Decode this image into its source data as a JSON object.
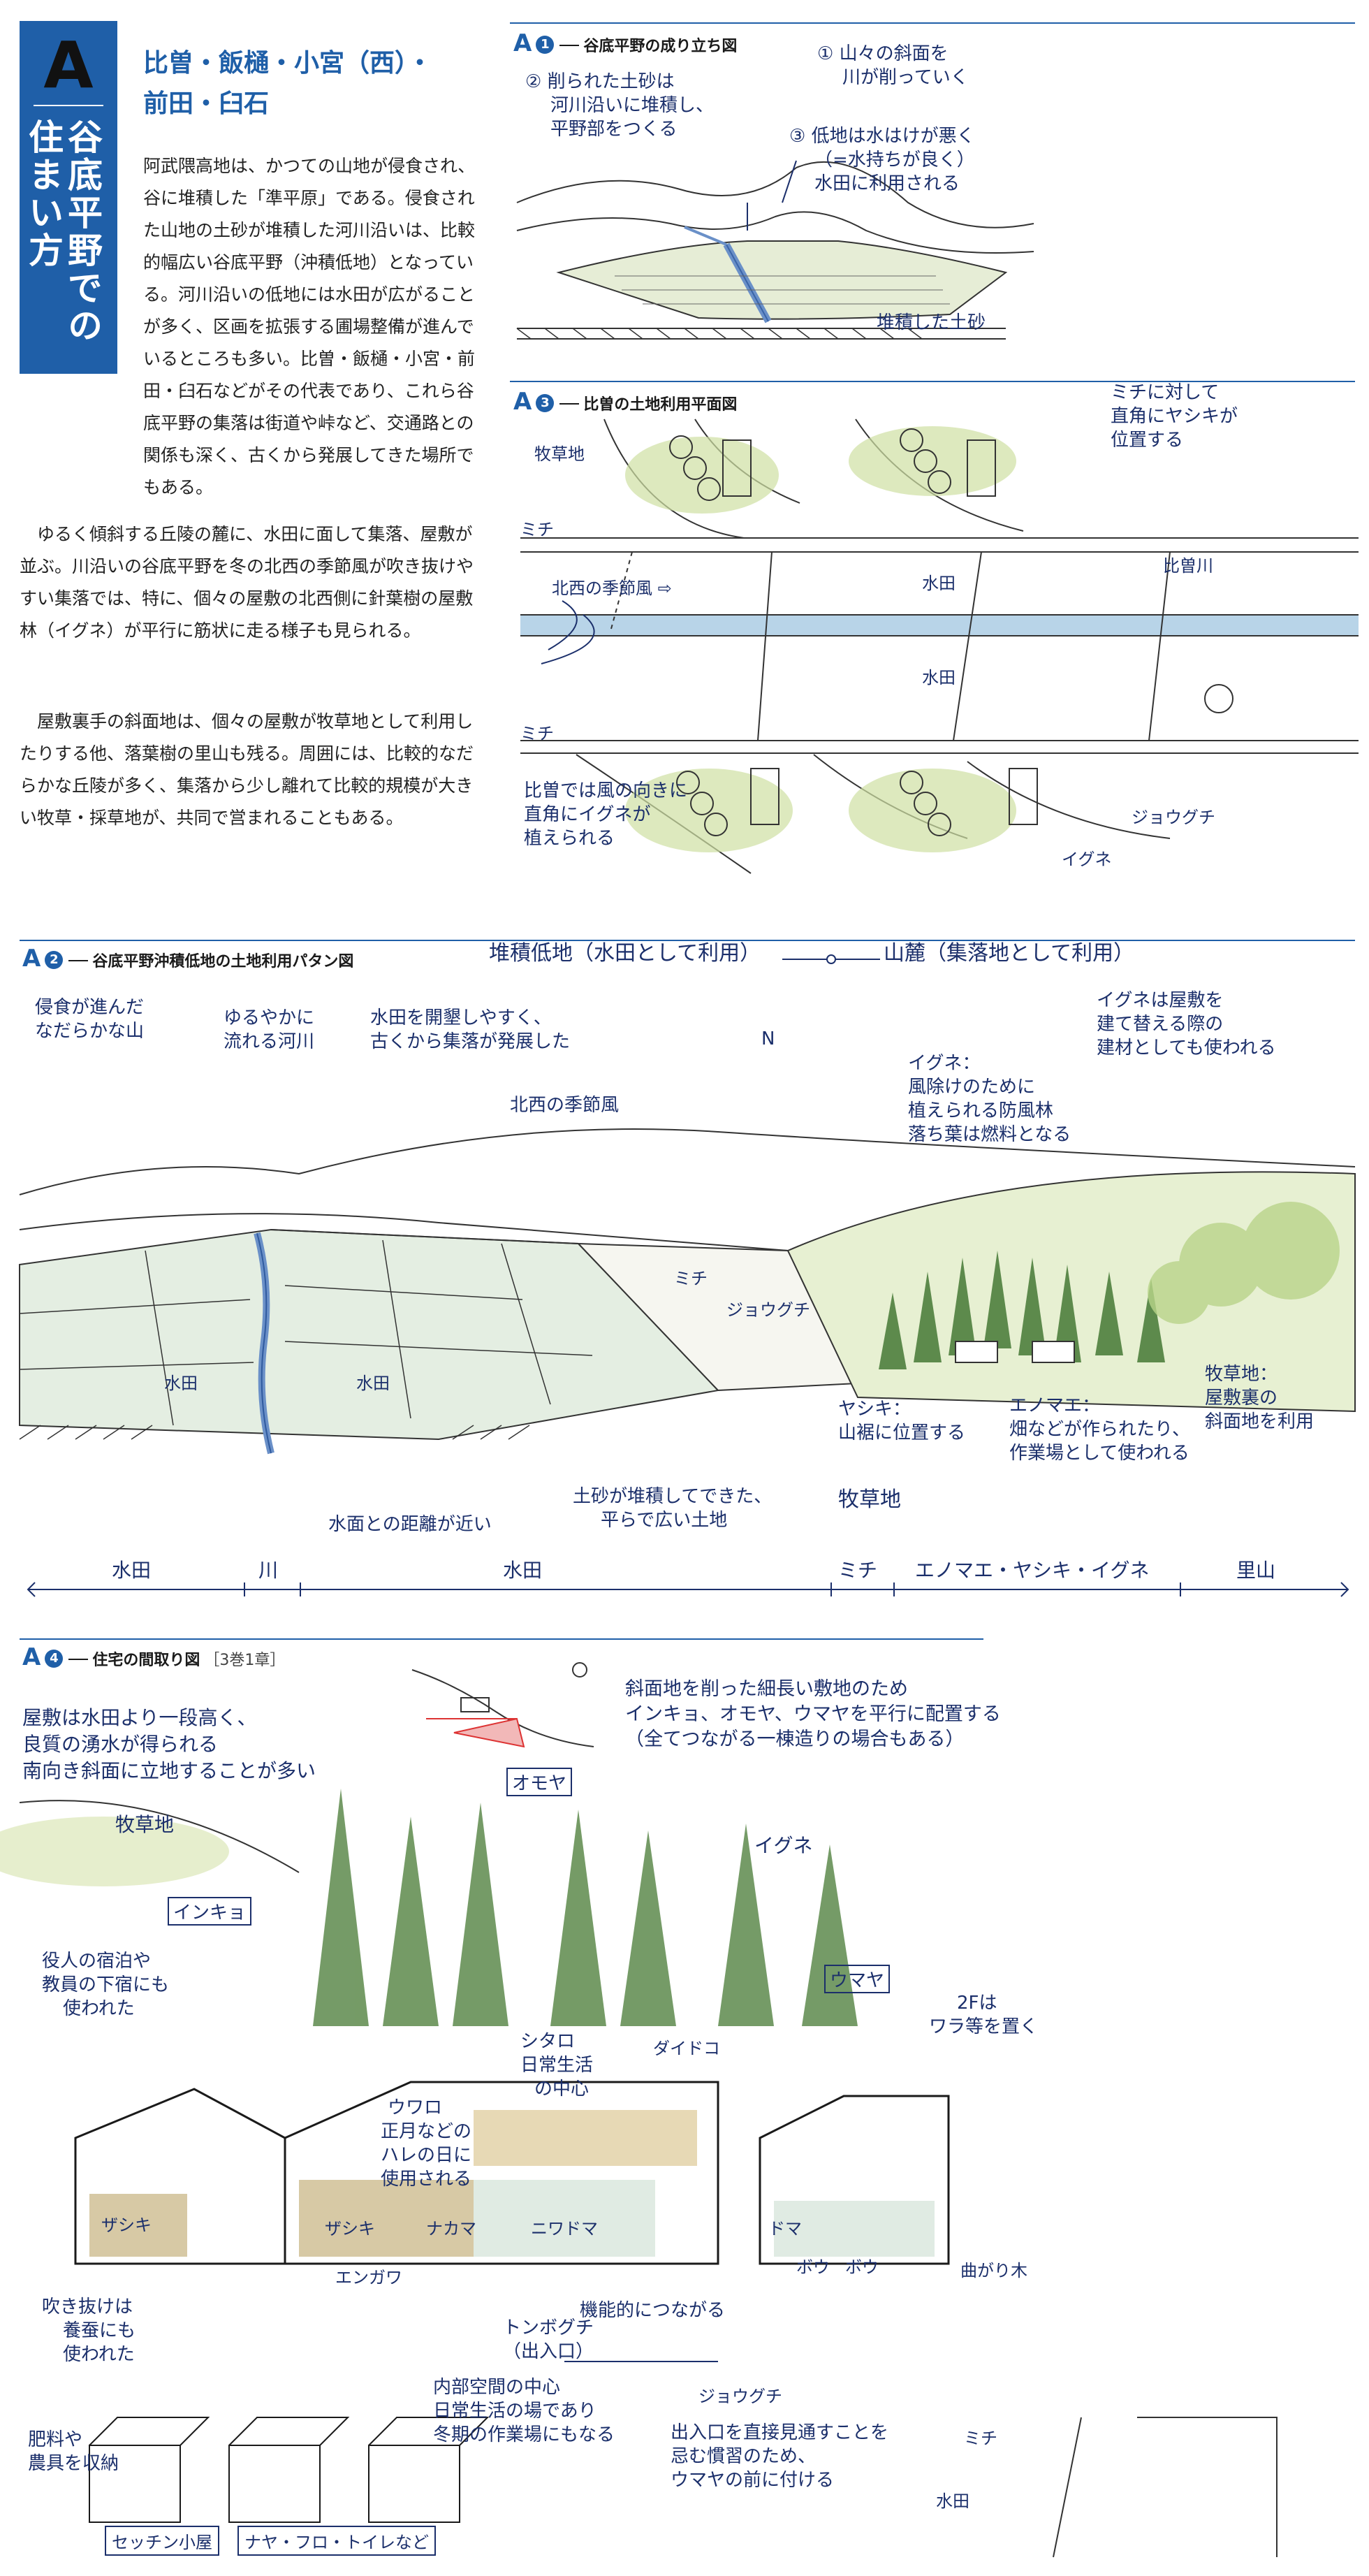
{
  "header": {
    "section_letter": "A",
    "section_vertical_title": "谷底平野での住まい方",
    "place_names": [
      "比曽・飯樋・小宮（西）・",
      "前田・臼石"
    ]
  },
  "body_text": {
    "paragraphs": [
      "阿武隈高地は、かつての山地が侵食され、谷に堆積した「準平原」である。侵食された山地の土砂が堆積した河川沿いは、比較的幅広い谷底平野（沖積低地）となっている。河川沿いの低地には水田が広がることが多く、区画を拡張する圃場整備が進んでいるところも多い。比曽・飯樋・小宮・前田・臼石などがその代表であり、これら谷底平野の集落は街道や峠など、交通路との関係も深く、古くから発展してきた場所でもある。",
      "ゆるく傾斜する丘陵の麓に、水田に面して集落、屋敷が並ぶ。川沿いの谷底平野を冬の北西の季節風が吹き抜けやすい集落では、特に、個々の屋敷の北西側に針葉樹の屋敷林（イグネ）が平行に筋状に走る様子も見られる。",
      "屋敷裏手の斜面地は、個々の屋敷が牧草地として利用したりする他、落葉樹の里山も残る。周囲には、比較的なだらかな丘陵が多く、集落から少し離れて比較的規模が大きい牧草・採草地が、共同で営まれることもある。"
    ]
  },
  "fig_a1": {
    "tag": "A",
    "num": "1",
    "title": "谷底平野の成り立ち図",
    "notes": {
      "n1": "① 山々の斜面を",
      "n1b": "川が削っていく",
      "n2": "② 削られた土砂は",
      "n2b": "河川沿いに堆積し、",
      "n2c": "平野部をつくる",
      "n3": "③ 低地は水はけが悪く",
      "n3b": "（=水持ちが良く）",
      "n3c": "水田に利用される",
      "n4": "堆積した土砂"
    }
  },
  "fig_a3": {
    "tag": "A",
    "num": "3",
    "title": "比曽の土地利用平面図",
    "notes": {
      "bokusochi": "牧草地",
      "michi_top": "ミチ",
      "michi_bottom": "ミチ",
      "wind": "北西の季節風 ⇨",
      "suiden1": "水田",
      "suiden2": "水田",
      "river": "比曽川",
      "yashiki": "ミチに対して",
      "yashiki2": "直角にヤシキが",
      "yashiki3": "位置する",
      "igune1": "比曽では風の向きに",
      "igune2": "直角にイグネが",
      "igune3": "植えられる",
      "joguchi": "ジョウグチ",
      "igune": "イグネ"
    }
  },
  "fig_a2": {
    "tag": "A",
    "num": "2",
    "title": "谷底平野沖積低地の土地利用パタン図",
    "axis_left": "堆積低地（水田として利用）",
    "axis_right": "山麓（集落地として利用）",
    "notes": {
      "n_hill": "侵食が進んだ",
      "n_hill2": "なだらかな山",
      "n_river": "ゆるやかに",
      "n_river2": "流れる河川",
      "n_dev": "水田を開墾しやすく、",
      "n_dev2": "古くから集落が発展した",
      "n_wind": "北西の季節風",
      "n_north": "N",
      "n_igune_use": "イグネは屋敷を",
      "n_igune_use2": "建て替える際の",
      "n_igune_use3": "建材としても使われる",
      "n_igune": "イグネ：",
      "n_igune2": "風除けのために",
      "n_igune3": "植えられる防風林",
      "n_igune4": "落ち葉は燃料となる",
      "n_michi": "ミチ",
      "n_joguchi": "ジョウグチ",
      "n_suiden1": "水田",
      "n_suiden2": "水田",
      "n_water": "水面との距離が近い",
      "n_soil": "土砂が堆積してできた、",
      "n_soil2": "平らで広い土地",
      "n_yashiki": "ヤシキ：",
      "n_yashiki2": "山裾に位置する",
      "n_enomae": "エノマエ：",
      "n_enomae2": "畑などが作られたり、",
      "n_enomae3": "作業場として使われる",
      "n_bokuso": "牧草地：",
      "n_bokuso2": "屋敷裏の",
      "n_bokuso3": "斜面地を利用",
      "n_bokuso_lbl": "牧草地"
    },
    "bottom_axis": [
      "水田",
      "川",
      "水田",
      "ミチ",
      "エノマエ・ヤシキ・イグネ",
      "里山"
    ]
  },
  "fig_a4": {
    "tag": "A",
    "num": "4",
    "title": "住宅の間取り図",
    "ref": "［3巻1章］",
    "notes": {
      "n1": "屋敷は水田より一段高く、",
      "n1b": "良質の湧水が得られる",
      "n1c": "南向き斜面に立地することが多い",
      "n2": "斜面地を削った細長い敷地のため",
      "n2b": "インキョ、オモヤ、ウマヤを平行に配置する",
      "n2c": "（全てつながる一棟造りの場合もある）",
      "bokuso": "牧草地",
      "inkyo": "インキョ",
      "inkyo_note": "役人の宿泊や",
      "inkyo_note2": "教員の下宿にも",
      "inkyo_note3": "使われた",
      "omoya": "オモヤ",
      "igune": "イグネ",
      "umaya": "ウマヤ",
      "umaya_note": "2Fは",
      "umaya_note2": "ワラ等を置く",
      "shitaro": "シタロ",
      "shitaro2": "日常生活",
      "shitaro3": "の中心",
      "daidoko": "ダイドコ",
      "uwaro": "ウワロ",
      "uwaro2": "正月などの",
      "uwaro3": "ハレの日に",
      "uwaro4": "使用される",
      "zashiki1": "ザシキ",
      "zashiki2": "ザシキ",
      "nakama": "ナカマ",
      "niwadoma": "ニワドマ",
      "doma": "ドマ",
      "bou1": "ボウ",
      "bou2": "ボウ",
      "magari": "曲がり木",
      "engawa": "エンガワ",
      "fukinuke": "吹き抜けは",
      "fukinuke2": "養蚕にも",
      "fukinuke3": "使われた",
      "kinou": "機能的につながる",
      "tonbo": "トンボグチ",
      "tonbo2": "（出入口）",
      "niwa_note": "内部空間の中心",
      "niwa_note2": "日常生活の場であり",
      "niwa_note3": "冬期の作業場にもなる",
      "joguchi": "ジョウグチ",
      "joguchi_note": "出入口を直接見通すことを",
      "joguchi_note2": "忌む慣習のため、",
      "joguchi_note3": "ウマヤの前に付ける",
      "hiryo": "肥料や",
      "hiryo2": "農具を収納",
      "michi": "ミチ",
      "suiden": "水田",
      "box1": "セッチン小屋",
      "box2": "ナヤ・フロ・トイレなど"
    }
  }
}
